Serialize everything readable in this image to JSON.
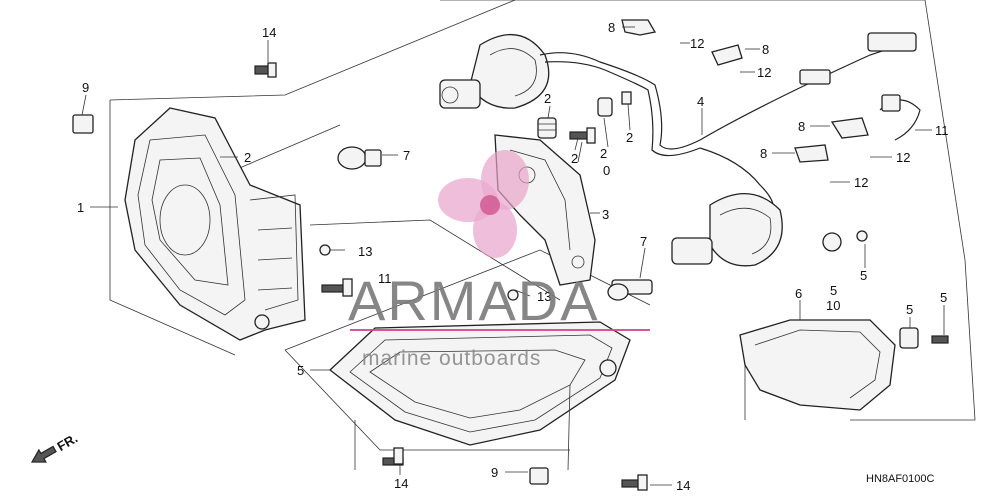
{
  "watermark": {
    "brand": "ARMADA",
    "tagline": "marine outboards",
    "logo_color": "#e8a0c8",
    "line_color": "#cc4a8a"
  },
  "diagram_code": "HN8AF0100C",
  "direction_marker": "FR.",
  "callouts": [
    {
      "id": "c14a",
      "text": "14"
    },
    {
      "id": "c9a",
      "text": "9"
    },
    {
      "id": "c1",
      "text": "1"
    },
    {
      "id": "c2a",
      "text": "2"
    },
    {
      "id": "c7a",
      "text": "7"
    },
    {
      "id": "c13a",
      "text": "13"
    },
    {
      "id": "c11a",
      "text": "11"
    },
    {
      "id": "c13b",
      "text": "13"
    },
    {
      "id": "c2b",
      "text": "2"
    },
    {
      "id": "c2c",
      "text": "2"
    },
    {
      "id": "c2d",
      "text": "2"
    },
    {
      "id": "c0",
      "text": "0"
    },
    {
      "id": "c2e",
      "text": "2"
    },
    {
      "id": "c3",
      "text": "3"
    },
    {
      "id": "c8a",
      "text": "8"
    },
    {
      "id": "c12a",
      "text": "12"
    },
    {
      "id": "c8b",
      "text": "8"
    },
    {
      "id": "c12b",
      "text": "12"
    },
    {
      "id": "c4",
      "text": "4"
    },
    {
      "id": "c8c",
      "text": "8"
    },
    {
      "id": "c11b",
      "text": "11"
    },
    {
      "id": "c8d",
      "text": "8"
    },
    {
      "id": "c12c",
      "text": "12"
    },
    {
      "id": "c12d",
      "text": "12"
    },
    {
      "id": "c5a",
      "text": "5"
    },
    {
      "id": "c7b",
      "text": "7"
    },
    {
      "id": "c6",
      "text": "6"
    },
    {
      "id": "c5b",
      "text": "5"
    },
    {
      "id": "c10",
      "text": "10"
    },
    {
      "id": "c5c",
      "text": "5"
    },
    {
      "id": "c5d",
      "text": "5"
    },
    {
      "id": "c5e",
      "text": "5"
    },
    {
      "id": "c14b",
      "text": "14"
    },
    {
      "id": "c9b",
      "text": "9"
    },
    {
      "id": "c14c",
      "text": "14"
    }
  ]
}
